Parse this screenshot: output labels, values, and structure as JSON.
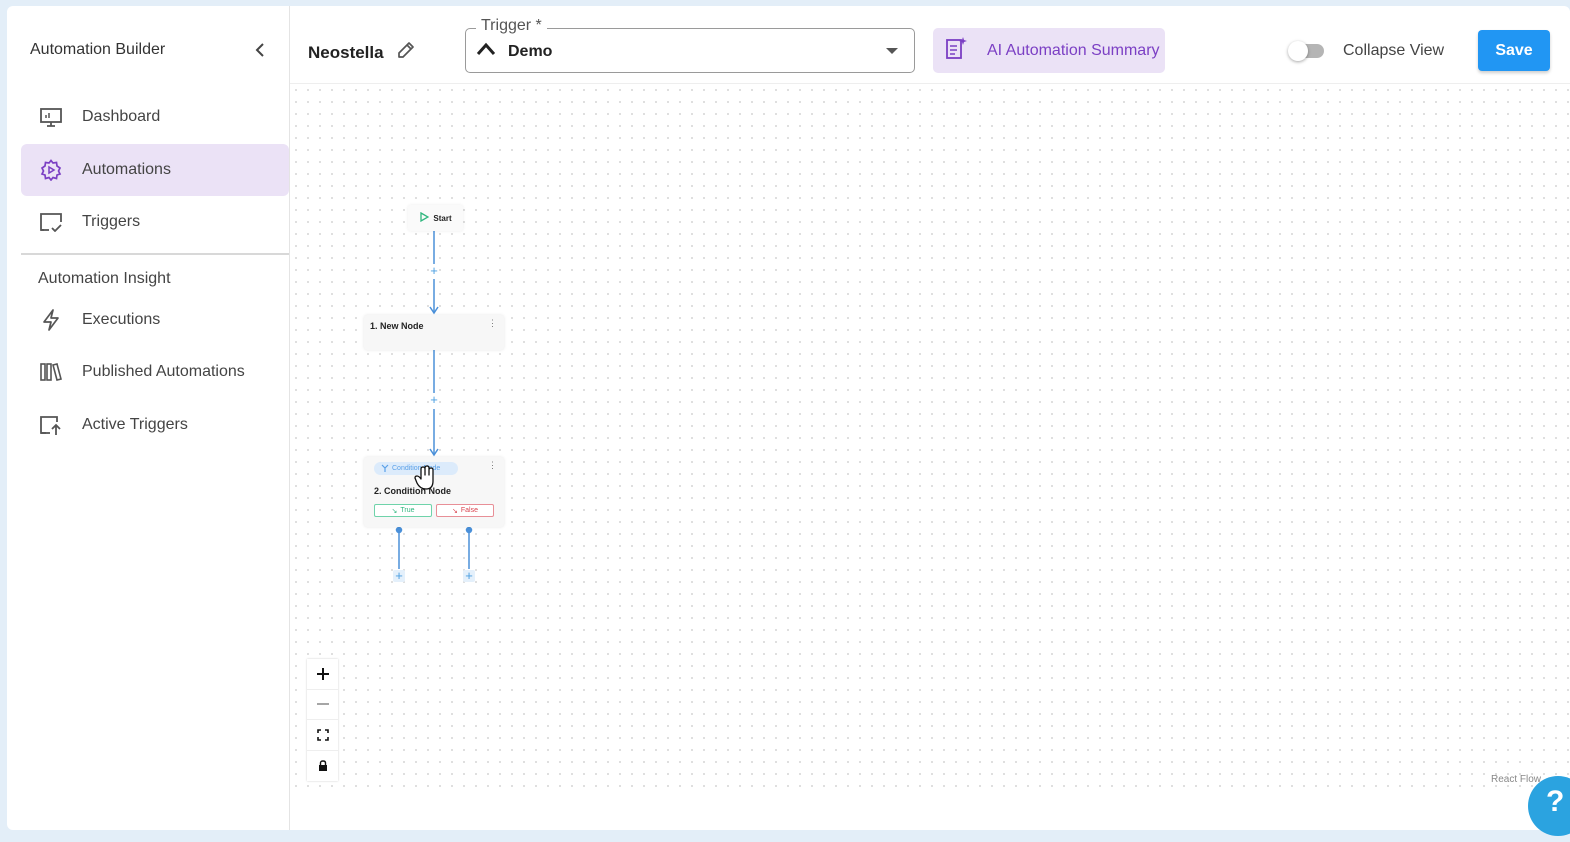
{
  "sidebar": {
    "title": "Automation Builder",
    "items": [
      {
        "label": "Dashboard",
        "icon": "monitor-icon"
      },
      {
        "label": "Automations",
        "icon": "gear-automation-icon",
        "active": true
      },
      {
        "label": "Triggers",
        "icon": "trigger-icon"
      }
    ],
    "section_title": "Automation Insight",
    "insight_items": [
      {
        "label": "Executions",
        "icon": "lightning-icon"
      },
      {
        "label": "Published Automations",
        "icon": "library-icon"
      },
      {
        "label": "Active Triggers",
        "icon": "active-trigger-icon"
      }
    ]
  },
  "header": {
    "automation_name": "Neostella",
    "trigger_label": "Trigger *",
    "trigger_value": "Demo",
    "ai_summary_label": "AI Automation Summary",
    "collapse_view_label": "Collapse View",
    "collapse_view_on": false,
    "save_label": "Save"
  },
  "canvas": {
    "start_node": "Start",
    "new_node": "1. New Node",
    "condition_badge": "Condition Node",
    "condition_node": "2. Condition Node",
    "true_label": "True",
    "false_label": "False",
    "attribution": "React Flow"
  },
  "colors": {
    "accent": "#2196f3",
    "purple": "#7b3fc4",
    "active_bg": "#ebe2f6",
    "edge": "#4a90d9"
  },
  "help_label": "?"
}
